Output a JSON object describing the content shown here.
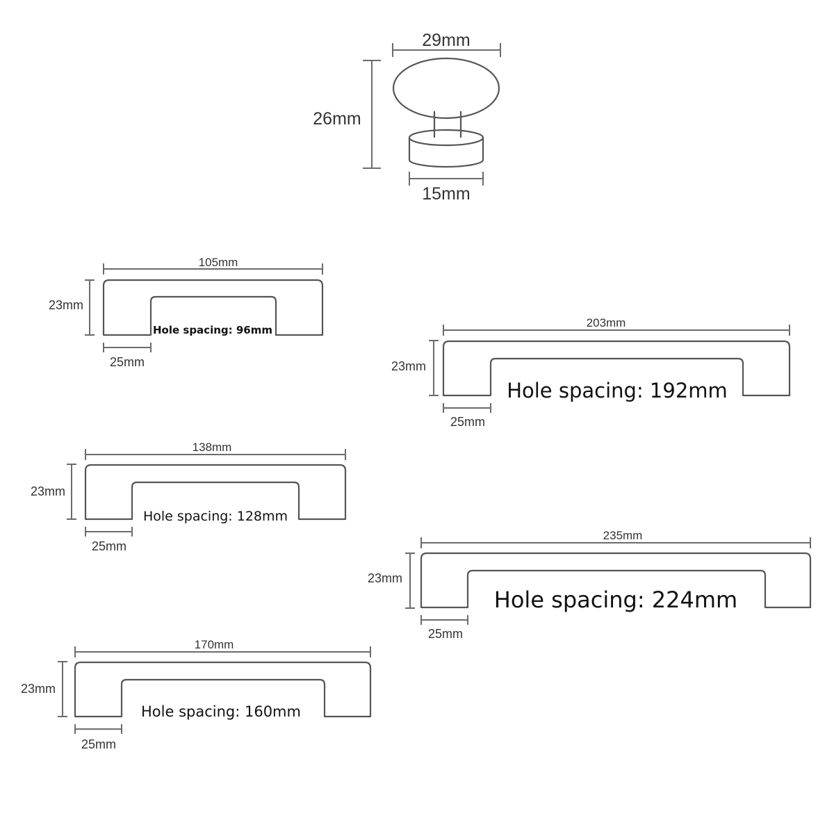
{
  "knob": {
    "width_label": "29mm",
    "height_label": "26mm",
    "base_label": "15mm"
  },
  "handles": [
    {
      "id": "105",
      "length_label": "105mm",
      "height_label": "23mm",
      "leg_label": "25mm",
      "hole_label": "Hole spacing: 96mm"
    },
    {
      "id": "138",
      "length_label": "138mm",
      "height_label": "23mm",
      "leg_label": "25mm",
      "hole_label": "Hole spacing: 128mm"
    },
    {
      "id": "170",
      "length_label": "170mm",
      "height_label": "23mm",
      "leg_label": "25mm",
      "hole_label": "Hole spacing: 160mm"
    },
    {
      "id": "203",
      "length_label": "203mm",
      "height_label": "23mm",
      "leg_label": "25mm",
      "hole_label": "Hole spacing: 192mm"
    },
    {
      "id": "235",
      "length_label": "235mm",
      "height_label": "23mm",
      "leg_label": "25mm",
      "hole_label": "Hole spacing: 224mm"
    }
  ]
}
